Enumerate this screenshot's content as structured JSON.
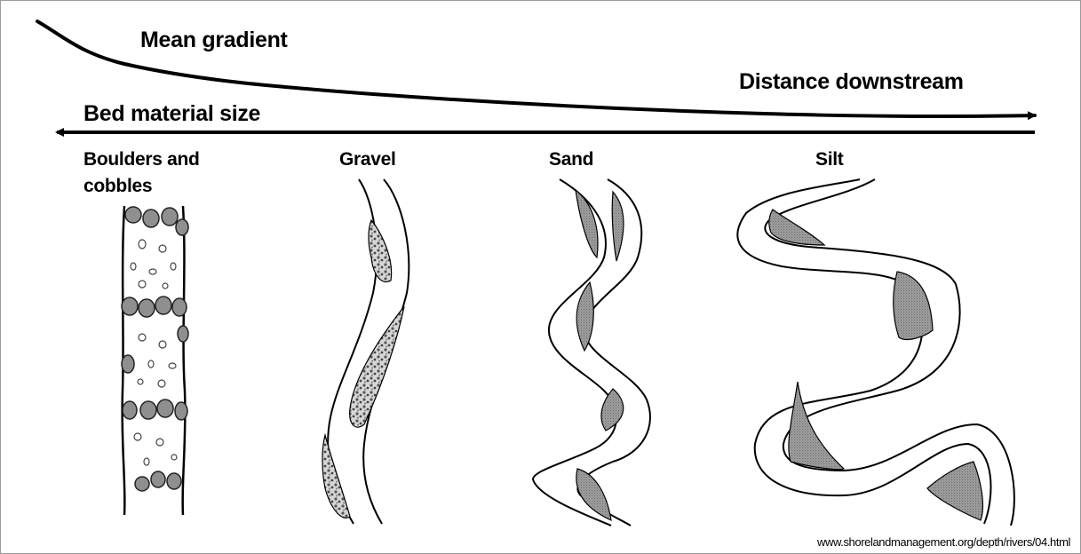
{
  "labels": {
    "mean_gradient": "Mean gradient",
    "distance_downstream": "Distance downstream",
    "bed_material_size": "Bed material size"
  },
  "channel_types": [
    {
      "name": "Boulders and\ncobbles"
    },
    {
      "name": "Gravel"
    },
    {
      "name": "Sand"
    },
    {
      "name": "Silt"
    }
  ],
  "source": "www.shorelandmanagement.org/depth/rivers/04.html",
  "colors": {
    "background": "#ffffff",
    "ink": "#000000",
    "bar_fill": "#8f8f8f",
    "gravel_fill": "#c8c8c8",
    "frame": "#9a9a9a"
  }
}
